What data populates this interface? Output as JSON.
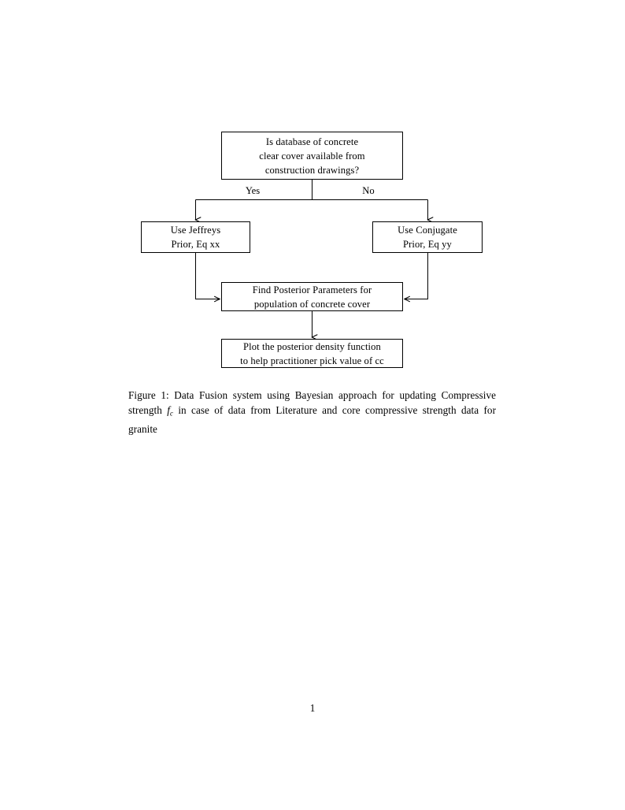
{
  "document": {
    "page_number": "1"
  },
  "figure": {
    "nodes": [
      {
        "id": "decision",
        "name": "decision-node",
        "lines": [
          "Is database of concrete",
          "clear cover available from",
          "construction drawings?"
        ]
      },
      {
        "id": "jeffreys",
        "name": "jeffreys-prior-node",
        "lines": [
          "Use Jeffreys",
          "Prior, Eq xx"
        ]
      },
      {
        "id": "conjugate",
        "name": "conjugate-prior-node",
        "lines": [
          "Use Conjugate",
          "Prior, Eq yy"
        ]
      },
      {
        "id": "posterior",
        "name": "find-posterior-node",
        "lines": [
          "Find Posterior Parameters for",
          "population of concrete cover"
        ]
      },
      {
        "id": "plot",
        "name": "plot-density-node",
        "lines": [
          "Plot the posterior density function",
          "to help practitioner pick value of cc"
        ]
      }
    ],
    "edge_labels": {
      "yes": "Yes",
      "no": "No"
    },
    "line_color": "#000000"
  },
  "caption": {
    "label": "Figure 1:",
    "text_before_math": " Data Fusion system using Bayesian approach for updating Compressive strength ",
    "math_variable": "f",
    "math_subscript": "c",
    "text_after_math": " in case of data from Literature and core compressive strength data for granite"
  }
}
